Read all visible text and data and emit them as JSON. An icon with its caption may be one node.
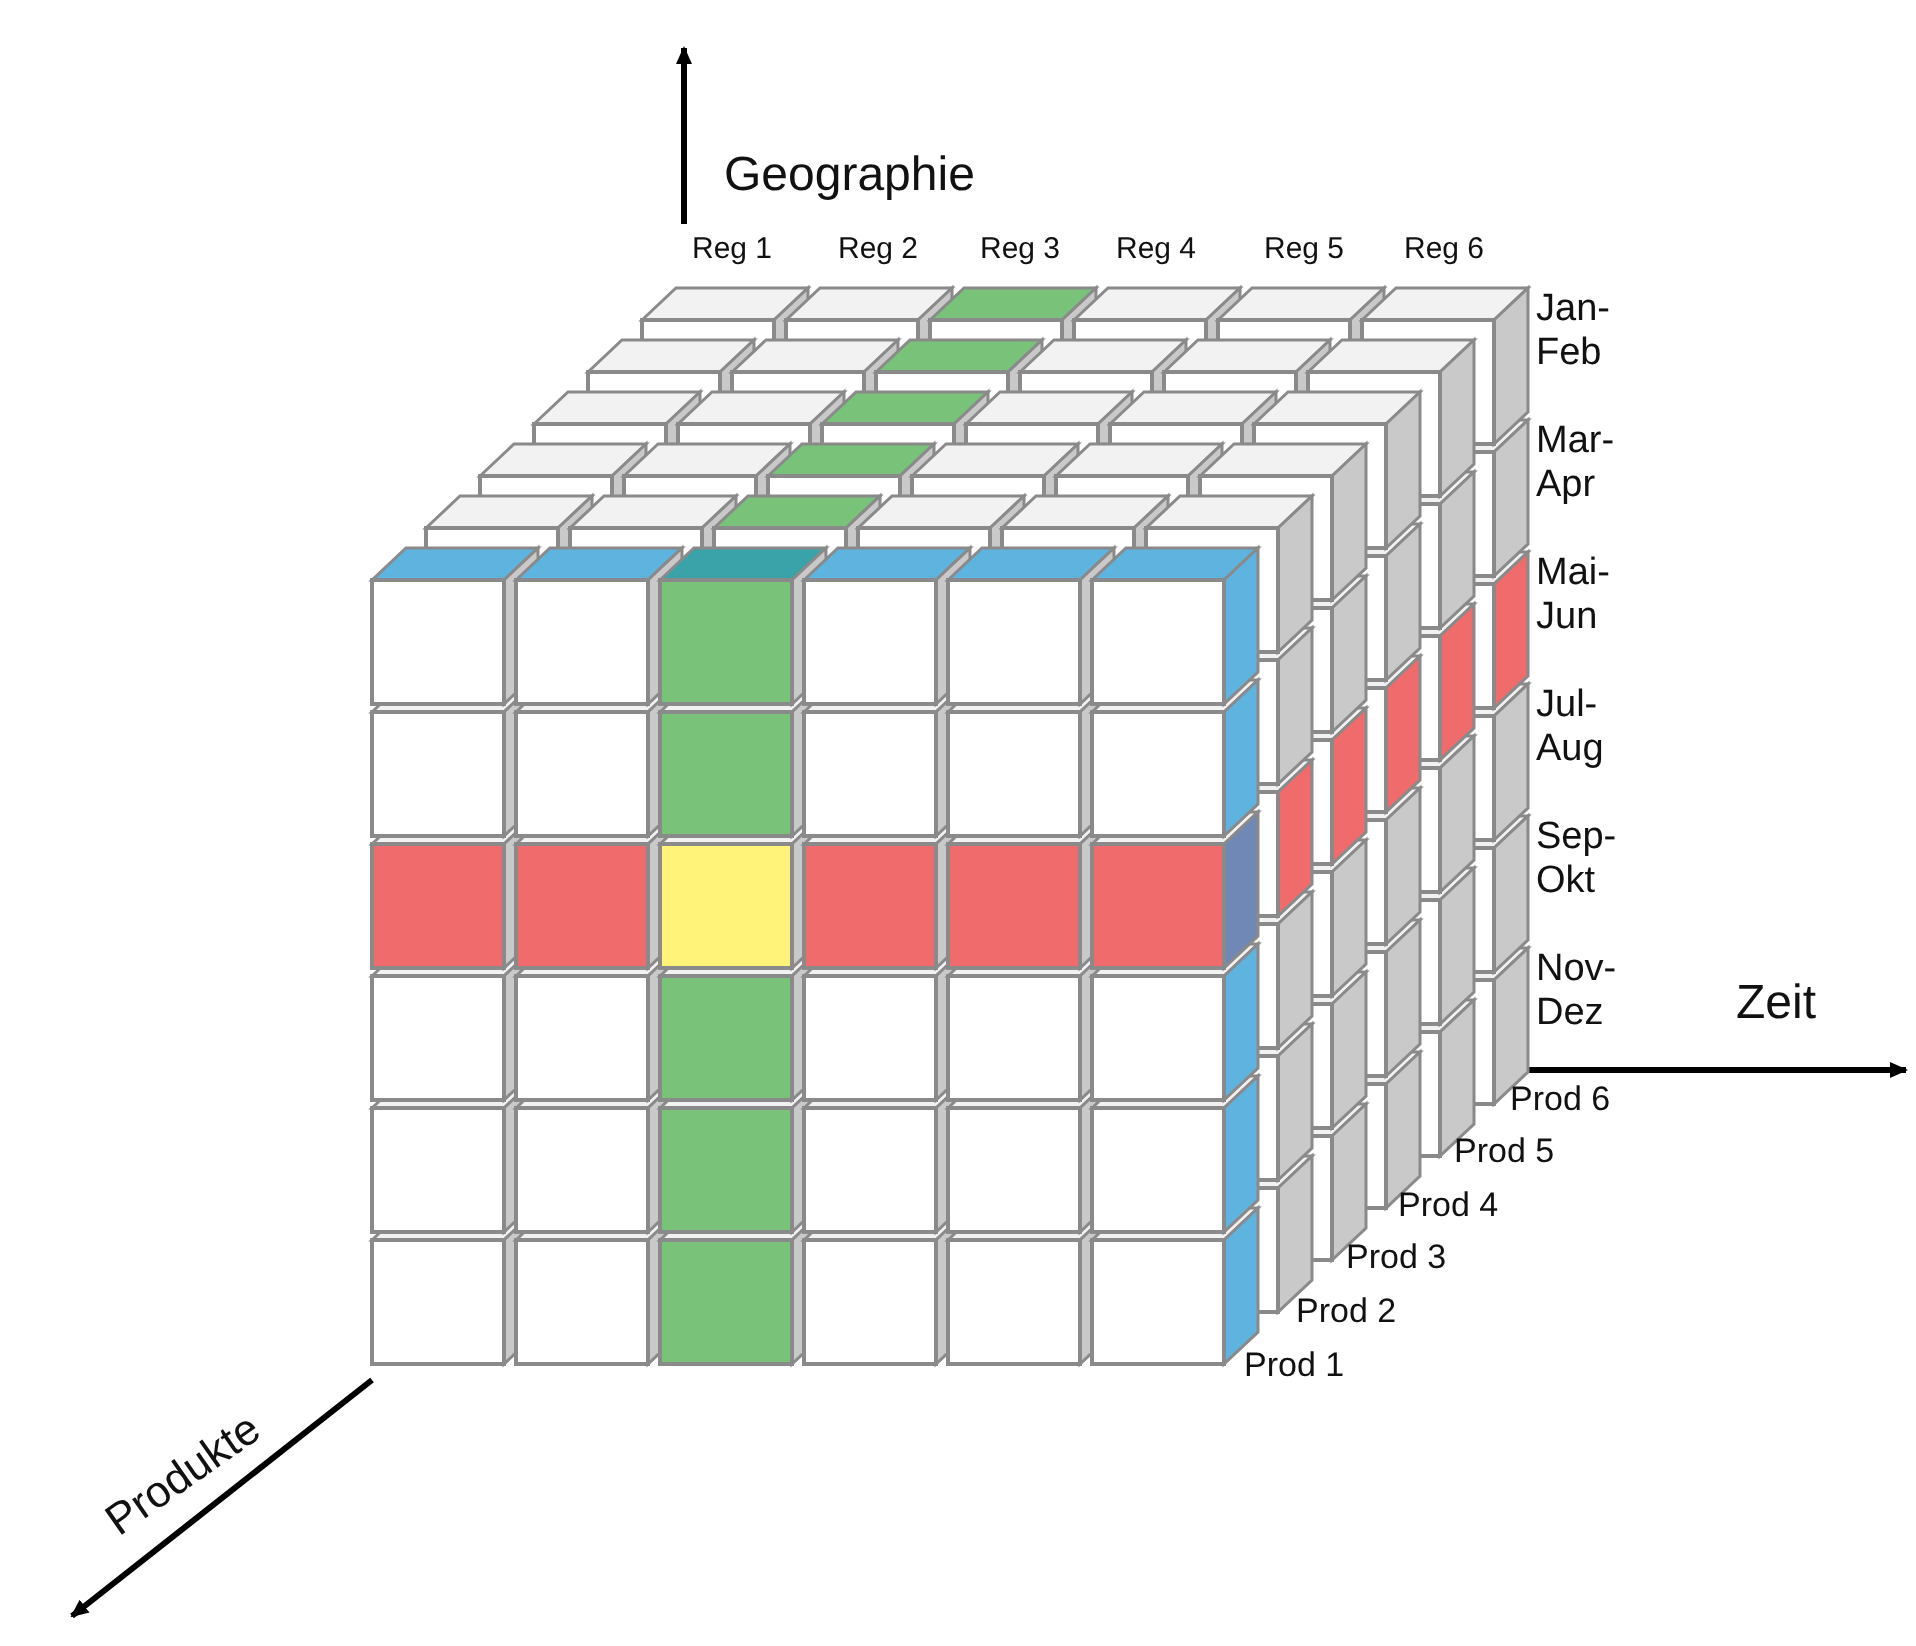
{
  "diagram": {
    "labels": [
      "Geographie",
      "Reg 1",
      "Reg 2",
      "Reg 3",
      "Reg 4",
      "Reg 5",
      "Reg 6",
      "Jan- Feb",
      "Mar- Apr",
      "Mai- Jun",
      "Jul- Aug",
      "Sep- Okt",
      "Nov- Dez",
      "Zeit",
      "Prod 6",
      "Prod 5",
      "Prod 4",
      "Prod 3",
      "Prod 2",
      "Prod 1",
      "Produkte"
    ]
  }
}
